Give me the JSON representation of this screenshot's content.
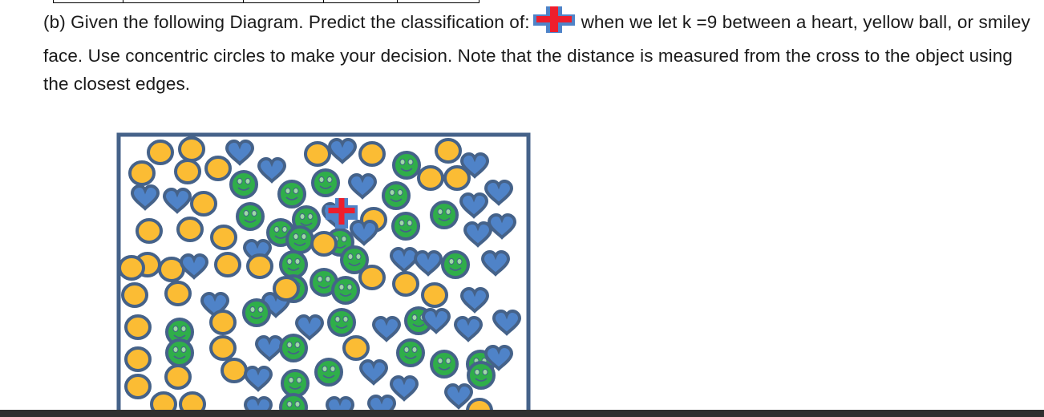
{
  "question": {
    "prefix": "(b) Given the following Diagram.  Predict the classification of:",
    "suffix": "when we let k =9 between a heart, yellow ball, or smiley face.  Use concentric circles to make your decision.  Note that the distance is measured from the cross to the object using the closest edges."
  },
  "colors": {
    "border": "#456289",
    "ball_fill": "#FBBC34",
    "heart_fill": "#4F83C8",
    "smiley_fill": "#2FAE4A",
    "cross": "#EE1E2C",
    "text": "#1a1a1a"
  },
  "icons": [
    "cross-icon",
    "heart-icon",
    "yellow-ball-icon",
    "smiley-face-icon"
  ],
  "diagram": {
    "query_point": "cross-icon",
    "classes": [
      "heart",
      "yellow ball",
      "smiley face"
    ]
  }
}
